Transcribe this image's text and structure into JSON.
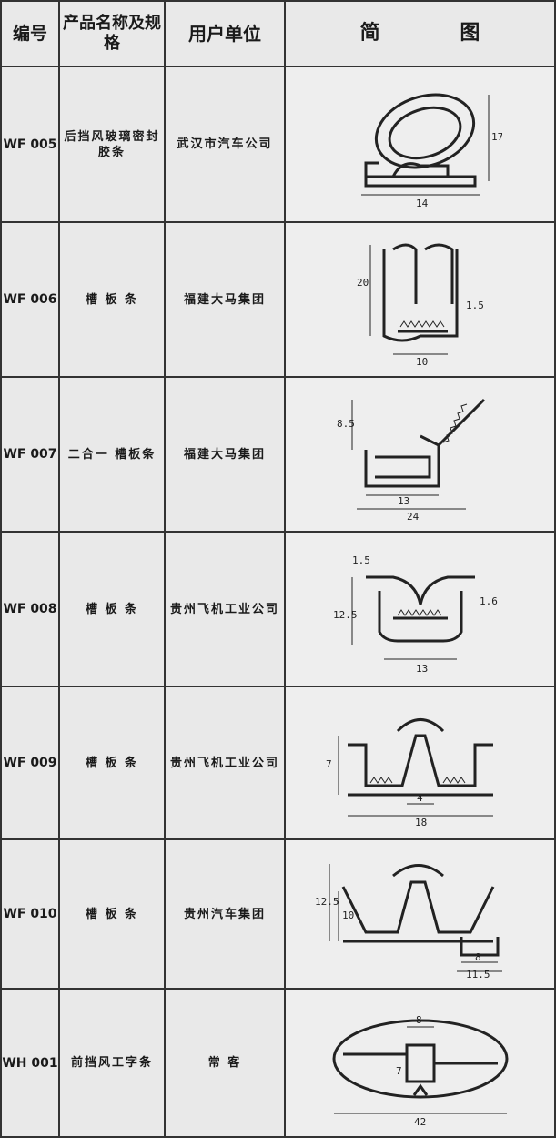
{
  "header": {
    "col_code": "编号",
    "col_name": "产品名称及规格",
    "col_user": "用户单位",
    "col_diagram": "简 图"
  },
  "rows": [
    {
      "code": "WF 005",
      "name": "后挡风玻璃密封胶条",
      "user": "武汉市汽车公司",
      "dims": [
        "17",
        "14"
      ]
    },
    {
      "code": "WF 006",
      "name": "槽 板 条",
      "user": "福建大马集团",
      "dims": [
        "20",
        "1.5",
        "10"
      ]
    },
    {
      "code": "WF 007",
      "name": "二合一 槽板条",
      "user": "福建大马集团",
      "dims": [
        "8.5",
        "13",
        "24"
      ]
    },
    {
      "code": "WF 008",
      "name": "槽 板 条",
      "user": "贵州飞机工业公司",
      "dims": [
        "1.5",
        "12.5",
        "1.6",
        "13"
      ]
    },
    {
      "code": "WF 009",
      "name": "槽 板 条",
      "user": "贵州飞机工业公司",
      "dims": [
        "7",
        "4",
        "18"
      ]
    },
    {
      "code": "WF 010",
      "name": "槽 板 条",
      "user": "贵州汽车集团",
      "dims": [
        "12.5",
        "10",
        "8",
        "11.5"
      ]
    },
    {
      "code": "WH 001",
      "name": "前挡风工字条",
      "user": "常 客",
      "dims": [
        "8",
        "7",
        "42"
      ]
    }
  ]
}
